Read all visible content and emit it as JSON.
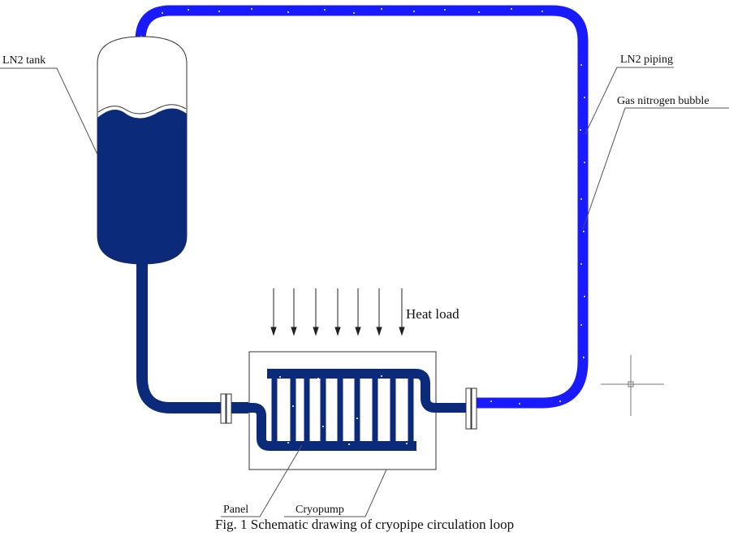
{
  "labels": {
    "tank": "LN2 tank",
    "piping": "LN2 piping",
    "bubble": "Gas nitrogen bubble",
    "heat": "Heat load",
    "panel": "Panel",
    "cryopump": "Cryopump"
  },
  "caption": "Fig. 1 Schematic drawing of cryopipe circulation loop",
  "colors": {
    "liquid": "#0b2a7a",
    "piping": "#1a1aff",
    "outline": "#333333",
    "line": "#555555"
  }
}
